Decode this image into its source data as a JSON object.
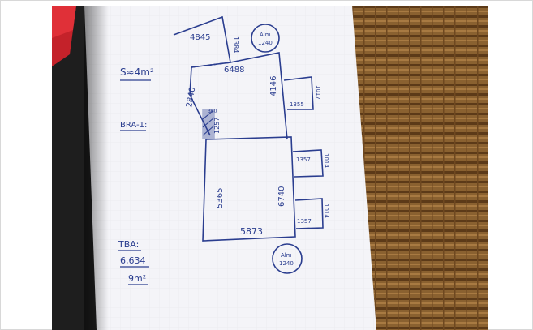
{
  "photo": {
    "sketch": {
      "left_notes": {
        "area_small": "S≈4m²",
        "label_bra": "BRA-1:",
        "tba_title": "TBA:",
        "tba_value": "6,634",
        "tba_area": "9m²"
      },
      "dimensions": {
        "top_width": "4845",
        "top_height": "1384",
        "middle_width": "6488",
        "left_slant": "2840",
        "right_side_upper": "4146",
        "small_left": "1257",
        "bay_upper_w": "1355",
        "bay_upper_h": "1017",
        "bay_mid_w": "1357",
        "bay_mid_h": "1014",
        "bay_low_w": "1357",
        "bay_low_h": "1014",
        "lower_left": "5365",
        "lower_inner": "6740",
        "bottom_width": "5873",
        "mini_mark": "360"
      },
      "circles": {
        "top_line1": "Alm",
        "top_line2": "1240",
        "bottom_line1": "Alm",
        "bottom_line2": "1240"
      }
    }
  }
}
